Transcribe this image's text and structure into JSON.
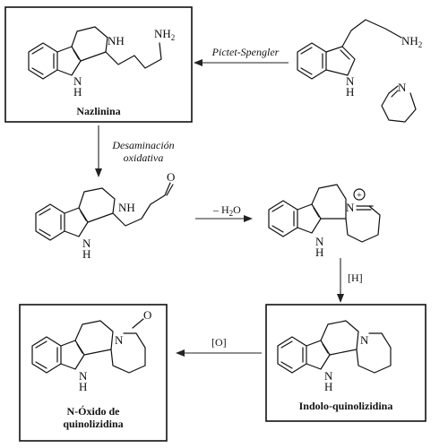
{
  "compounds": {
    "nazlinina": "Nazlinina",
    "n_oxide_line1": "N-Óxido de",
    "n_oxide_line2": "quinolizidina",
    "indolo": "Indolo-quinolizidina"
  },
  "conditions": {
    "pictet_spengler": "Pictet-Spengler",
    "deamination_line1": "Desaminación",
    "deamination_line2": "oxidativa",
    "minus_water_prefix": "– H",
    "minus_water_sub": "2",
    "minus_water_suffix": "O",
    "reduction": "[H]",
    "oxidation": "[O]"
  },
  "atoms": {
    "nh": "NH",
    "n": "N",
    "h": "H",
    "nh2": "NH",
    "nh2_sub": "2",
    "o": "O",
    "n_plus": "+"
  }
}
